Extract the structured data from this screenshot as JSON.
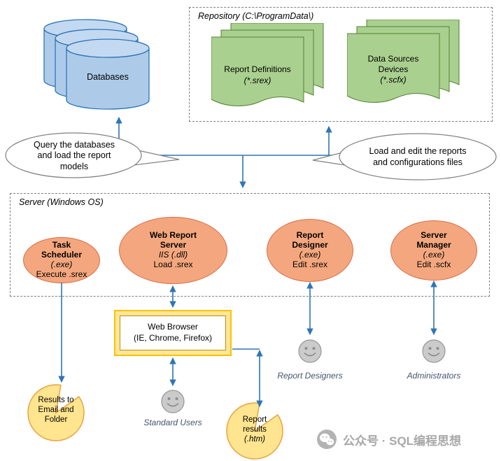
{
  "palette": {
    "arrow": "#2E75B6",
    "database_fill": "#ADCBE9",
    "document_fill": "#A9D08E",
    "process_fill": "#F4A77E",
    "browser_accent": "#FFC000",
    "output_fill": "#FFE58F"
  },
  "databases": {
    "label": "Databases"
  },
  "repository": {
    "title": "Repository (C:\\ProgramData\\)",
    "report_definitions": {
      "title": "Report Definitions",
      "ext": "(*.srex)"
    },
    "data_sources": {
      "line1": "Data Sources",
      "line2": "Devices",
      "ext": "(*.scfx)"
    }
  },
  "callouts": {
    "query": "Query the databases\nand load the report\nmodels",
    "load": "Load and edit the reports\nand configurations files"
  },
  "server": {
    "title": "Server (Windows OS)",
    "nodes": [
      {
        "title": "Task\nScheduler",
        "subtitle": "(.exe)",
        "action": "Execute .srex"
      },
      {
        "title": "Web Report\nServer",
        "subtitle": "IIS (.dll)",
        "action": "Load .srex"
      },
      {
        "title": "Report\nDesigner",
        "subtitle": "(.exe)",
        "action": "Edit .srex"
      },
      {
        "title": "Server\nManager",
        "subtitle": "(.exe)",
        "action": "Edit .scfx"
      }
    ]
  },
  "browser": {
    "title": "Web Browser",
    "subtitle": "(IE, Chrome, Firefox)"
  },
  "outputs": {
    "email_folder": "Results to\nEmail and\nFolder",
    "report_results": {
      "text": "Report\nresults",
      "ext": "(.htm)"
    }
  },
  "users": [
    {
      "label": "Standard Users"
    },
    {
      "label": "Report Designers"
    },
    {
      "label": "Administrators"
    }
  ],
  "watermark": {
    "text": "公众号 · SQL编程思想"
  }
}
